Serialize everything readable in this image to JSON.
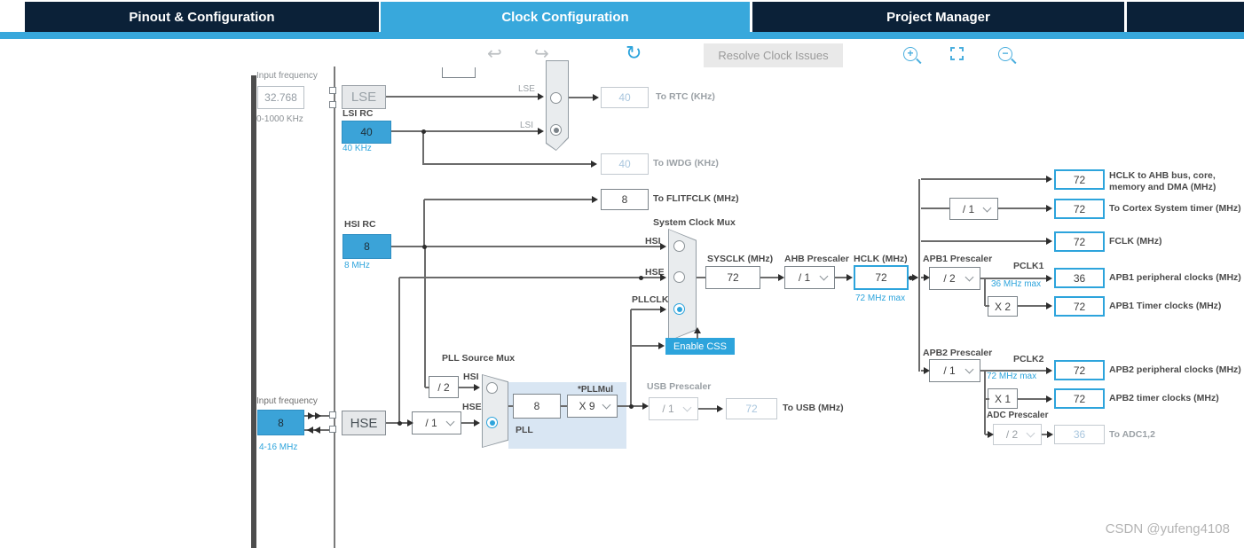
{
  "header": {
    "tabs": [
      {
        "label": "Pinout & Configuration"
      },
      {
        "label": "Clock Configuration"
      },
      {
        "label": "Project Manager"
      }
    ]
  },
  "toolbar": {
    "resolve_label": "Resolve Clock Issues"
  },
  "lse_section": {
    "input_label": "Input frequency",
    "input_value": "32.768",
    "input_range": "0-1000 KHz",
    "osc_label": "LSE",
    "lsi_title": "LSI RC",
    "lsi_value": "40",
    "lsi_freq": "40 KHz",
    "mux_lse_label": "LSE",
    "mux_lsi_label": "LSI"
  },
  "rtc_out": {
    "value": "40",
    "label": "To RTC (KHz)"
  },
  "iwdg_out": {
    "value": "40",
    "label": "To IWDG (KHz)"
  },
  "flitf_out": {
    "value": "8",
    "label": "To FLITFCLK (MHz)"
  },
  "hsi_section": {
    "title": "HSI RC",
    "value": "8",
    "freq": "8 MHz"
  },
  "hse_section": {
    "input_label": "Input frequency",
    "input_value": "8",
    "input_range": "4-16 MHz",
    "osc_label": "HSE",
    "prediv_value": "/ 1"
  },
  "pll_section": {
    "mux_title": "PLL Source Mux",
    "hsi_div_value": "/ 2",
    "hsi_label": "HSI",
    "hse_label": "HSE",
    "input_value": "8",
    "mul_title": "*PLLMul",
    "mul_value": "X 9",
    "block_label": "PLL"
  },
  "sys_mux": {
    "title": "System Clock Mux",
    "hsi_label": "HSI",
    "hse_label": "HSE",
    "pllclk_label": "PLLCLK",
    "css_button": "Enable CSS"
  },
  "usb_section": {
    "title": "USB Prescaler",
    "div_value": "/ 1",
    "out_value": "72",
    "out_label": "To USB (MHz)"
  },
  "main_path": {
    "sysclk_label": "SYSCLK (MHz)",
    "sysclk_value": "72",
    "ahb_label": "AHB Prescaler",
    "ahb_value": "/ 1",
    "hclk_label": "HCLK (MHz)",
    "hclk_value": "72",
    "hclk_max": "72 MHz max",
    "cortex_div_value": "/ 1"
  },
  "apb1": {
    "title": "APB1 Prescaler",
    "div_value": "/ 2",
    "pclk_label": "PCLK1",
    "max_label": "36 MHz max",
    "mult_value": "X 2"
  },
  "apb2": {
    "title": "APB2 Prescaler",
    "div_value": "/ 1",
    "pclk_label": "PCLK2",
    "max_label": "72 MHz max",
    "mult_value": "X 1"
  },
  "adc": {
    "title": "ADC Prescaler",
    "div_value": "/ 2",
    "out_value": "36",
    "out_label": "To ADC1,2"
  },
  "outputs": {
    "hclk_ahb_value": "72",
    "hclk_ahb_label_line1": "HCLK to AHB bus, core,",
    "hclk_ahb_label_line2": "memory and DMA (MHz)",
    "cortex_value": "72",
    "cortex_label": "To Cortex System timer (MHz)",
    "fclk_value": "72",
    "fclk_label": "FCLK (MHz)",
    "apb1_periph_value": "36",
    "apb1_periph_label": "APB1 peripheral clocks (MHz)",
    "apb1_timer_value": "72",
    "apb1_timer_label": "APB1 Timer clocks (MHz)",
    "apb2_periph_value": "72",
    "apb2_periph_label": "APB2 peripheral clocks (MHz)",
    "apb2_timer_value": "72",
    "apb2_timer_label": "APB2 timer clocks (MHz)"
  },
  "watermark": "CSDN @yufeng4108",
  "colors": {
    "accent_blue": "#2da4dc",
    "header_navy": "#0b2138",
    "fill_blue": "#3ba3d8",
    "pll_bg": "#d9e6f3",
    "disabled_text": "#a9c6de"
  }
}
